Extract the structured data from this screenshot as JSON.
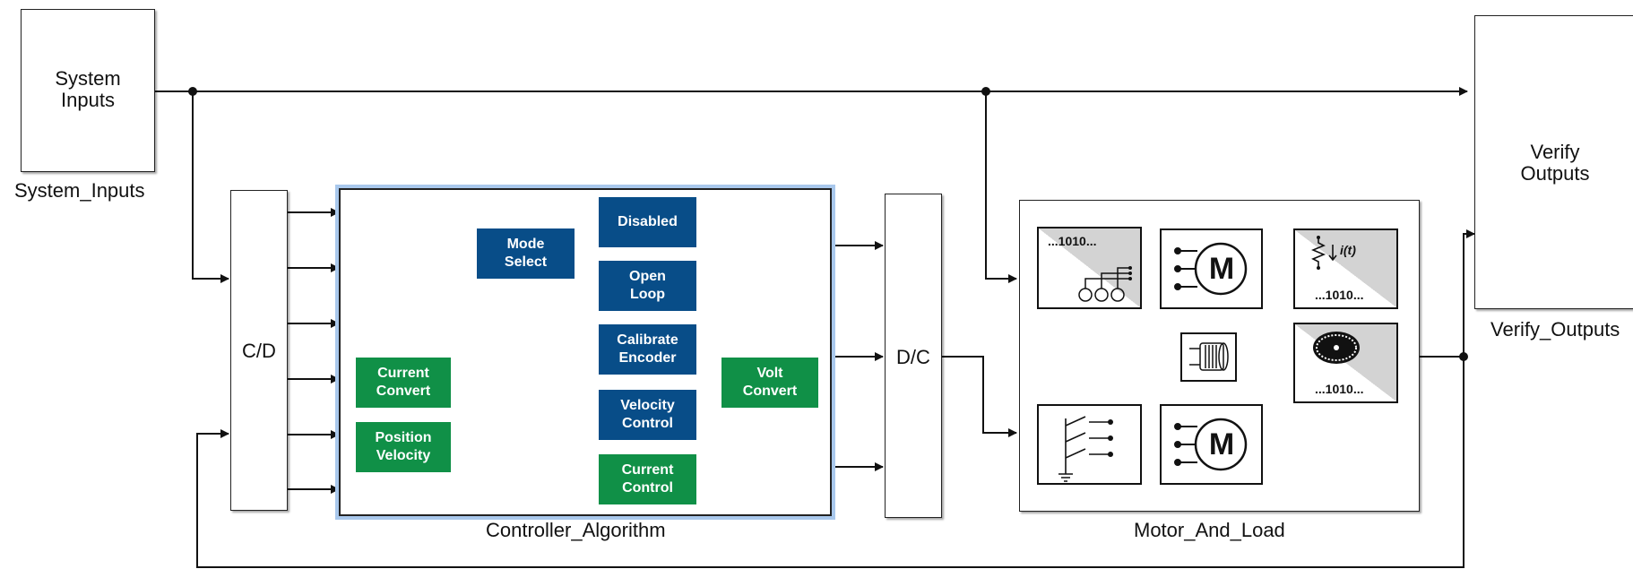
{
  "blocks": {
    "system_inputs": {
      "label": "System\nInputs",
      "caption": "System_Inputs"
    },
    "cd": {
      "label": "C/D"
    },
    "controller": {
      "caption": "Controller_Algorithm",
      "subsystems": {
        "mode_select": "Mode\nSelect",
        "disabled": "Disabled",
        "open_loop": "Open\nLoop",
        "calibrate_encoder": "Calibrate\nEncoder",
        "velocity_control": "Velocity\nControl",
        "current_control": "Current\nControl",
        "current_convert": "Current\nConvert",
        "position_velocity": "Position\nVelocity",
        "volt_convert": "Volt\nConvert"
      }
    },
    "dc": {
      "label": "D/C"
    },
    "motor_and_load": {
      "caption": "Motor_And_Load",
      "icons": {
        "pwm_text": "...1010...",
        "sensor_current_label": "i(t)",
        "sensor_current_text": "...1010...",
        "encoder_text": "...1010...",
        "motor1": "M",
        "motor2": "M"
      }
    },
    "verify_outputs": {
      "label": "Verify\nOutputs",
      "caption": "Verify_Outputs"
    }
  },
  "colors": {
    "subsystem_blue": "#084d88",
    "subsystem_green": "#109047",
    "highlight_border": "#a9c8ec",
    "line": "#111111"
  }
}
